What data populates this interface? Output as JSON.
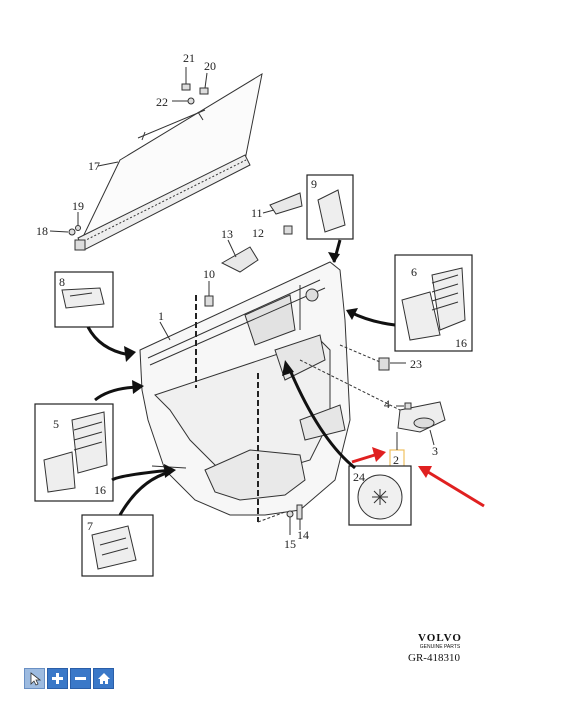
{
  "callouts": [
    {
      "id": "c21",
      "text": "21"
    },
    {
      "id": "c20",
      "text": "20"
    },
    {
      "id": "c22",
      "text": "22"
    },
    {
      "id": "c17",
      "text": "17"
    },
    {
      "id": "c19",
      "text": "19"
    },
    {
      "id": "c18",
      "text": "18"
    },
    {
      "id": "c9",
      "text": "9"
    },
    {
      "id": "c11",
      "text": "11"
    },
    {
      "id": "c13",
      "text": "13"
    },
    {
      "id": "c12",
      "text": "12"
    },
    {
      "id": "c10",
      "text": "10"
    },
    {
      "id": "c8",
      "text": "8"
    },
    {
      "id": "c1",
      "text": "1"
    },
    {
      "id": "c6",
      "text": "6"
    },
    {
      "id": "c16a",
      "text": "16"
    },
    {
      "id": "c23",
      "text": "23"
    },
    {
      "id": "c4",
      "text": "4"
    },
    {
      "id": "c5",
      "text": "5"
    },
    {
      "id": "c16b",
      "text": "16"
    },
    {
      "id": "c3",
      "text": "3"
    },
    {
      "id": "c2",
      "text": "2"
    },
    {
      "id": "c24",
      "text": "24"
    },
    {
      "id": "c7",
      "text": "7"
    },
    {
      "id": "c14",
      "text": "14"
    },
    {
      "id": "c15",
      "text": "15"
    }
  ],
  "brand": {
    "name": "VOLVO",
    "tagline": "GENUINE PARTS"
  },
  "reference": "GR-418310",
  "toolbar": {
    "buttons": [
      {
        "name": "select-tool-button",
        "icon": "cursor-icon",
        "active": true
      },
      {
        "name": "zoom-in-button",
        "icon": "plus-icon",
        "active": false
      },
      {
        "name": "zoom-out-button",
        "icon": "minus-icon",
        "active": false
      },
      {
        "name": "home-button",
        "icon": "home-icon",
        "active": false
      }
    ]
  },
  "colors": {
    "highlight_arrow": "#e02020",
    "toolbar_blue": "#3a78c8",
    "highlight_box": "#f0c060"
  }
}
